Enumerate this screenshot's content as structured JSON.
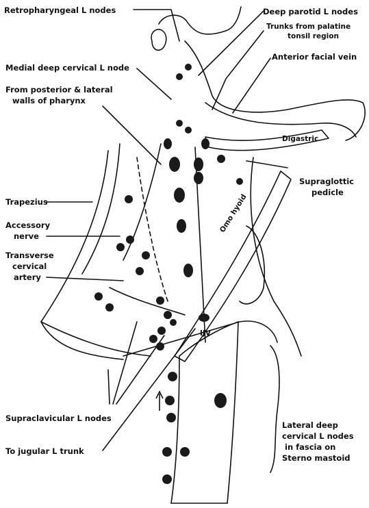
{
  "labels": {
    "retropharyngeal": "Retropharyngeal L nodes",
    "deep_parotid": "Deep parotid L nodes",
    "trunks_palatine_1": "Trunks from palatine",
    "trunks_palatine_2": "tonsil region",
    "anterior_facial_vein": "Anterior facial vein",
    "medial_deep_cervical": "Medial deep cervical L node",
    "from_posterior_1": "From posterior & lateral",
    "from_posterior_2": "walls of pharynx",
    "digastric": "Digastric",
    "supraglottic_1": "Supraglottic",
    "supraglottic_2": "pedicle",
    "trapezius": "Trapezius",
    "accessory_1": "Accessory",
    "accessory_2": "nerve",
    "transverse_1": "Transverse",
    "transverse_2": "cervical",
    "transverse_3": "artery",
    "omo_hyoid": "Omo hyoid",
    "ijv": "IJV",
    "supraclavicular": "Supraclavicular L nodes",
    "to_jugular": "To jugular L trunk",
    "lateral_deep_1": "Lateral deep",
    "lateral_deep_2": "cervical L nodes",
    "lateral_deep_3": "in fascia on",
    "lateral_deep_4": "Sterno mastoid"
  },
  "colors": {
    "ink": "#111111",
    "node": "#1a1a1a",
    "paper": "#ffffff"
  }
}
